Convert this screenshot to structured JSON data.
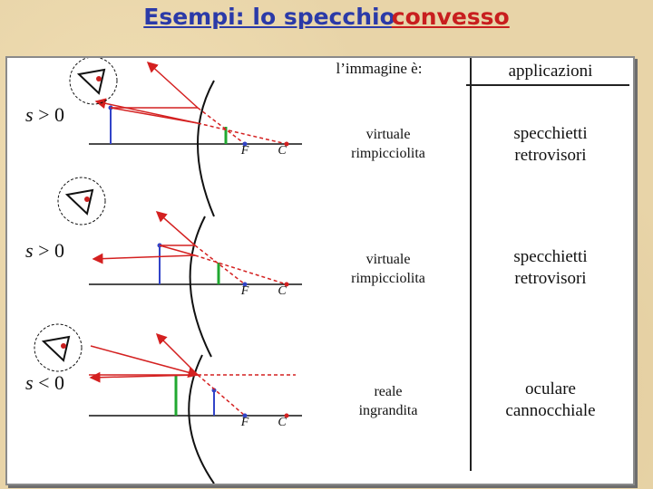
{
  "title": {
    "part1": "Esempi: lo specchio",
    "part2": "convesso"
  },
  "headers": {
    "image": "l’immagine è:",
    "applications": "applicazioni"
  },
  "rows": [
    {
      "s_symbol": "s",
      "s_op": ">",
      "s_value": "0",
      "focus": "F",
      "center": "C",
      "image_line1": "virtuale",
      "image_line2": "rimpicciolita",
      "app_line1": "specchietti",
      "app_line2": "retrovisori"
    },
    {
      "s_symbol": "s",
      "s_op": ">",
      "s_value": "0",
      "focus": "F",
      "center": "C",
      "image_line1": "virtuale",
      "image_line2": "rimpicciolita",
      "app_line1": "specchietti",
      "app_line2": "retrovisori"
    },
    {
      "s_symbol": "s",
      "s_op": "<",
      "s_value": "0",
      "focus": "F",
      "center": "C",
      "image_line1": "reale",
      "image_line2": "ingrandita",
      "app_line1": "oculare",
      "app_line2": "cannocchiale"
    }
  ],
  "colors": {
    "ray": "#d42020",
    "object": "#3244c8",
    "image": "#20a830",
    "title_blue": "#2b3aa8",
    "title_red": "#c81e1e"
  },
  "icons": [
    "eye-icon",
    "mirror-icon"
  ]
}
